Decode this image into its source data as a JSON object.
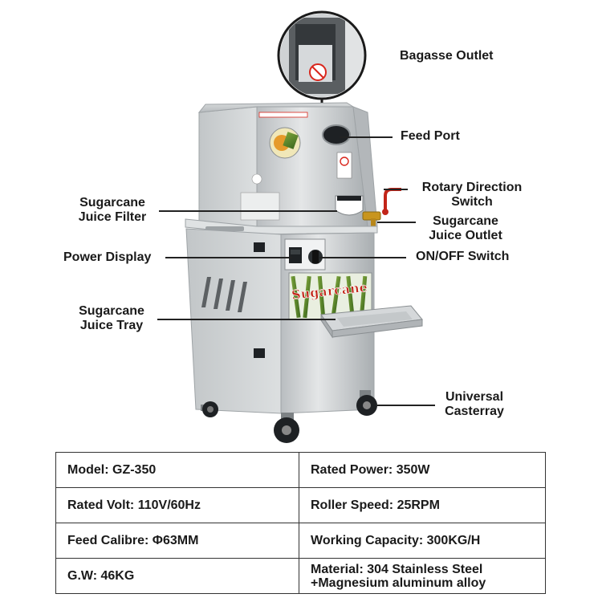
{
  "callouts": {
    "bagasse_outlet": "Bagasse Outlet",
    "feed_port": "Feed Port",
    "rotary_direction_switch": [
      "Rotary Direction",
      "Switch"
    ],
    "sugarcane_juice_filter": [
      "Sugarcane",
      "Juice Filter"
    ],
    "sugarcane_juice_outlet": [
      "Sugarcane",
      "Juice Outlet"
    ],
    "power_display": "Power Display",
    "on_off_switch": "ON/OFF Switch",
    "sugarcane_juice_tray": [
      "Sugarcane",
      "Juice Tray"
    ],
    "universal_casterray": [
      "Universal",
      "Casterray"
    ]
  },
  "machine": {
    "panel_text": "Sugarcane",
    "colors": {
      "steel": "#c9ccce",
      "steel_dark": "#9ea3a6",
      "steel_light": "#e6e8e9",
      "accent_red": "#d9261c",
      "brass": "#c8951e"
    }
  },
  "specs": [
    [
      "Model:  GZ-350",
      "Rated Power: 350W"
    ],
    [
      "Rated Volt: 110V/60Hz",
      "Roller Speed: 25RPM"
    ],
    [
      "Feed Calibre: Φ63MM",
      "Working Capacity: 300KG/H"
    ],
    [
      "G.W: 46KG",
      "Material: 304 Stainless Steel",
      "+Magnesium aluminum alloy"
    ]
  ]
}
